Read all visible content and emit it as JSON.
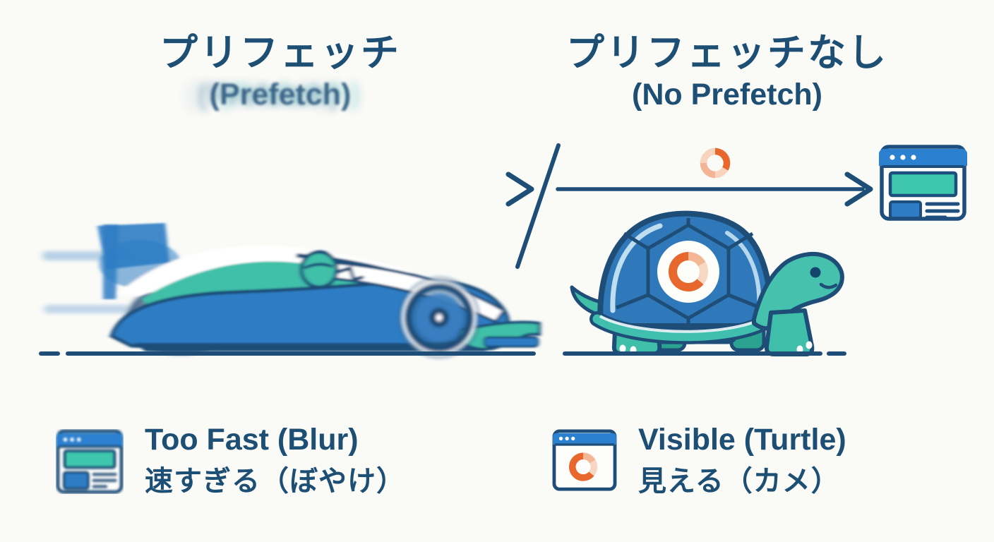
{
  "left": {
    "title_ja": "プリフェッチ",
    "title_en": "(Prefetch)",
    "caption_en": "Too Fast (Blur)",
    "caption_ja": "速すぎる（ぼやけ）"
  },
  "right": {
    "title_ja": "プリフェッチなし",
    "title_en": "(No Prefetch)",
    "caption_en": "Visible (Turtle)",
    "caption_ja": "見える（カメ）"
  },
  "icons": {
    "top_spinner": "loading-spinner-icon",
    "top_browser": "browser-window-icon",
    "legend_left": "browser-blur-icon",
    "legend_right": "browser-loading-icon",
    "left_illustration": "race-car-illustration",
    "right_illustration": "turtle-illustration"
  },
  "colors": {
    "background": "#fafaf7",
    "ink": "#1d4e74",
    "blue": "#2e7dc4",
    "teal": "#3fbfa9",
    "orange": "#e8672d",
    "orange_light": "#f6cdb4",
    "belly_peach": "#f6c49e",
    "shell_blue": "#2f79ba",
    "highlight_blue": "#cfe9f5"
  }
}
